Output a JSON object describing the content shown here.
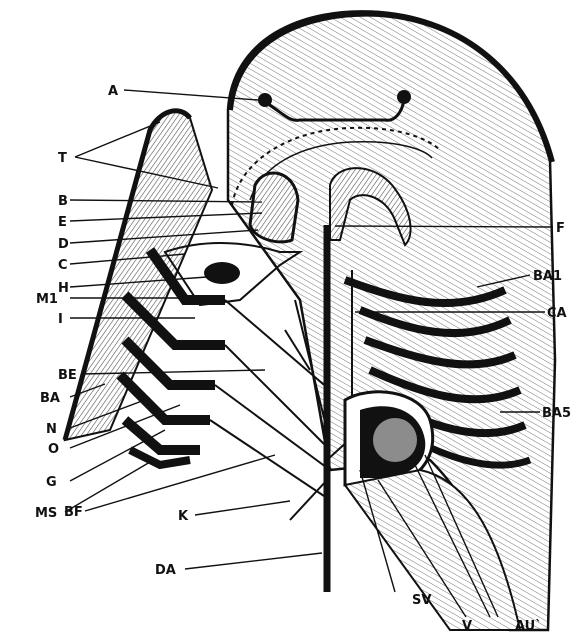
{
  "labels": {
    "A": "A",
    "T": "T",
    "B": "B",
    "E": "E",
    "D": "D",
    "C": "C",
    "H": "H",
    "M1": "M1",
    "I": "I",
    "BE": "BE",
    "BA": "BA",
    "N": "N",
    "O": "O",
    "G": "G",
    "MS": "MS",
    "BF": "BF",
    "K": "K",
    "DA": "DA",
    "F": "F",
    "BA1": "BA1",
    "CA": "CA",
    "BA5": "BA5",
    "SV": "SV",
    "V": "V",
    "AU": "AU`"
  },
  "colors": {
    "ink": "#111111",
    "shade": "#6b6b6b",
    "paper": "#ffffff"
  }
}
